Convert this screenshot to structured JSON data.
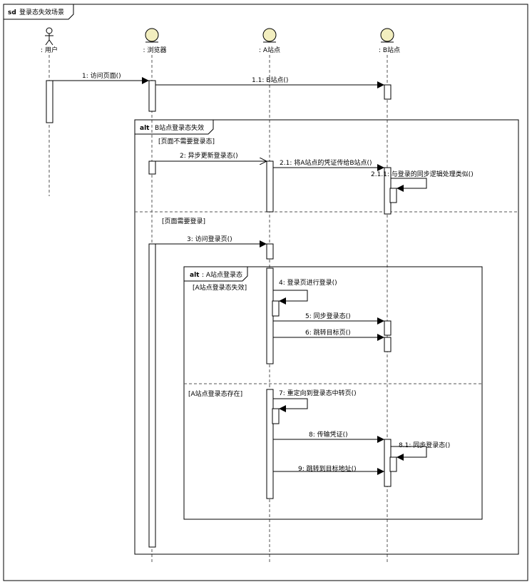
{
  "frame": {
    "kind": "sd",
    "title": "登录态失效场景"
  },
  "lifelines": [
    {
      "id": "user",
      "label": ": 用户",
      "icon": "actor-icon"
    },
    {
      "id": "browser",
      "label": ": 浏览器",
      "icon": "entity-icon"
    },
    {
      "id": "siteA",
      "label": ": A站点",
      "icon": "entity-icon"
    },
    {
      "id": "siteB",
      "label": ": B站点",
      "icon": "entity-icon"
    }
  ],
  "messages": [
    {
      "label": "1: 访问页面()"
    },
    {
      "label": "1.1: B站点()"
    },
    {
      "label": "2: 异步更新登录态()"
    },
    {
      "label": "2.1: 将A站点的凭证传给B站点()"
    },
    {
      "label": "2.1.1: 与登录的同步逻辑处理类似()"
    },
    {
      "label": "3: 访问登录页()"
    },
    {
      "label": "4: 登录页进行登录()"
    },
    {
      "label": "5: 同步登录态()"
    },
    {
      "label": "6: 跳转目标页()"
    },
    {
      "label": "7: 重定向到登录态中转页()"
    },
    {
      "label": "8: 传输凭证()"
    },
    {
      "label": "8.1: 同步登录态()"
    },
    {
      "label": "9: 跳转到目标地址()"
    }
  ],
  "fragments": [
    {
      "operator": "alt",
      "name": "B站点登录态失效",
      "guards": [
        "[页面不需要登录态]",
        "[页面需要登录]"
      ]
    },
    {
      "operator": "alt",
      "name": ": A站点登录态",
      "guards": [
        "[A站点登录态失效]",
        "[A站点登录态存在]"
      ]
    }
  ]
}
